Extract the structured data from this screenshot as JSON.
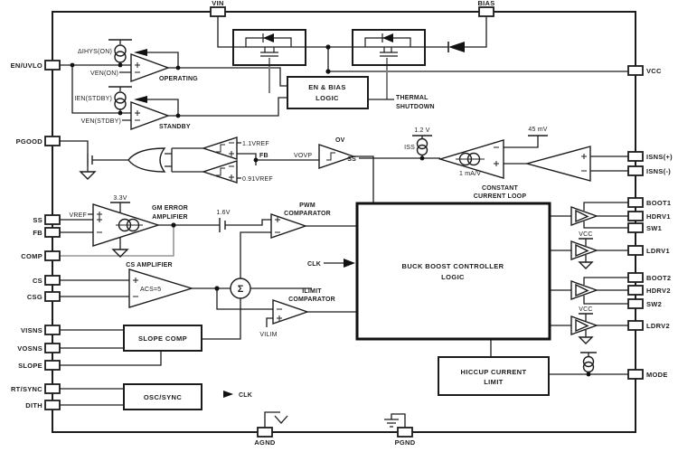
{
  "figure": {
    "type": "ic-functional-block-diagram",
    "subject": "Buck-boost controller internal block diagram",
    "colors": {
      "wire": "#1c1c1c",
      "gray_wire": "#808080",
      "background": "#ffffff",
      "fill_black": "#111111"
    }
  },
  "pins": {
    "en_uvlo": "EN/UVLO",
    "pgood": "PGOOD",
    "ss": "SS",
    "fb": "FB",
    "comp": "COMP",
    "cs": "CS",
    "csg": "CSG",
    "visns": "VISNS",
    "vosns": "VOSNS",
    "slope": "SLOPE",
    "rt_sync": "RT/SYNC",
    "dith": "DITH",
    "vin": "VIN",
    "bias": "BIAS",
    "vcc": "VCC",
    "isns_p": "ISNS(+)",
    "isns_n": "ISNS(-)",
    "boot1": "BOOT1",
    "hdrv1": "HDRV1",
    "sw1": "SW1",
    "ldrv1": "LDRV1",
    "boot2": "BOOT2",
    "hdrv2": "HDRV2",
    "sw2": "SW2",
    "ldrv2": "LDRV2",
    "mode": "MODE",
    "agnd": "AGND",
    "pgnd": "PGND"
  },
  "blocks": {
    "en_bias_line1": "EN & BIAS",
    "en_bias_line2": "LOGIC",
    "controller_line1": "BUCK BOOST CONTROLLER",
    "controller_line2": "LOGIC",
    "slope_comp": "SLOPE COMP",
    "osc_sync": "OSC/SYNC",
    "hiccup_line1": "HICCUP CURRENT",
    "hiccup_line2": "LIMIT"
  },
  "labels": {
    "delta_ihys": "ΔIHYS(ON)",
    "ven_on": "VEN(ON)",
    "operating": "OPERATING",
    "ien_stdby": "IEN(STDBY)",
    "ven_stdby": "VEN(STDBY)",
    "standby": "STANDBY",
    "thermal_line1": "THERMAL",
    "thermal_line2": "SHUTDOWN",
    "ref_high": "1.1VREF",
    "fb_node": "FB",
    "ref_low": "0.91VREF",
    "vovp": "VOVP",
    "ov": "OV",
    "v12": "1.2 V",
    "iss": "ISS",
    "ss_node": "SS",
    "gm_gain": "1 mA/V",
    "mv45": "45 mV",
    "ccl_line1": "CONSTANT",
    "ccl_line2": "CURRENT LOOP",
    "vref": "VREF",
    "v33": "3.3V",
    "gm_err_line1": "GM ERROR",
    "gm_err_line2": "AMPLIFIER",
    "v16": "1.6V",
    "pwm_line1": "PWM",
    "pwm_line2": "COMPARATOR",
    "cs_amp": "CS AMPLIFIER",
    "acs": "ACS=5",
    "clk_in": "CLK",
    "clk_out": "CLK",
    "ilimit_line1": "ILIMIT",
    "ilimit_line2": "COMPARATOR",
    "vilim": "VILIM",
    "sigma": "Σ",
    "vcc_drv1": "VCC",
    "vcc_drv2": "VCC"
  }
}
